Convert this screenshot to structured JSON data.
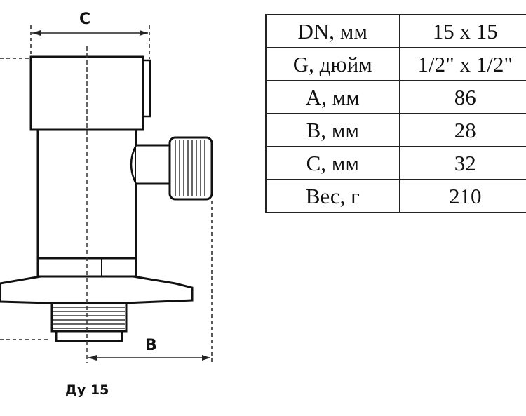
{
  "drawing": {
    "dimension_labels": {
      "c": "C",
      "b": "B"
    }
  },
  "caption": "Ду 15",
  "spec_table": {
    "rows": [
      {
        "param": "DN, мм",
        "value": "15 x 15"
      },
      {
        "param": "G, дюйм",
        "value": "1/2\" x 1/2\""
      },
      {
        "param": "A, мм",
        "value": "86"
      },
      {
        "param": "B, мм",
        "value": "28"
      },
      {
        "param": "C, мм",
        "value": "32"
      },
      {
        "param": "Вес, г",
        "value": "210"
      }
    ]
  }
}
